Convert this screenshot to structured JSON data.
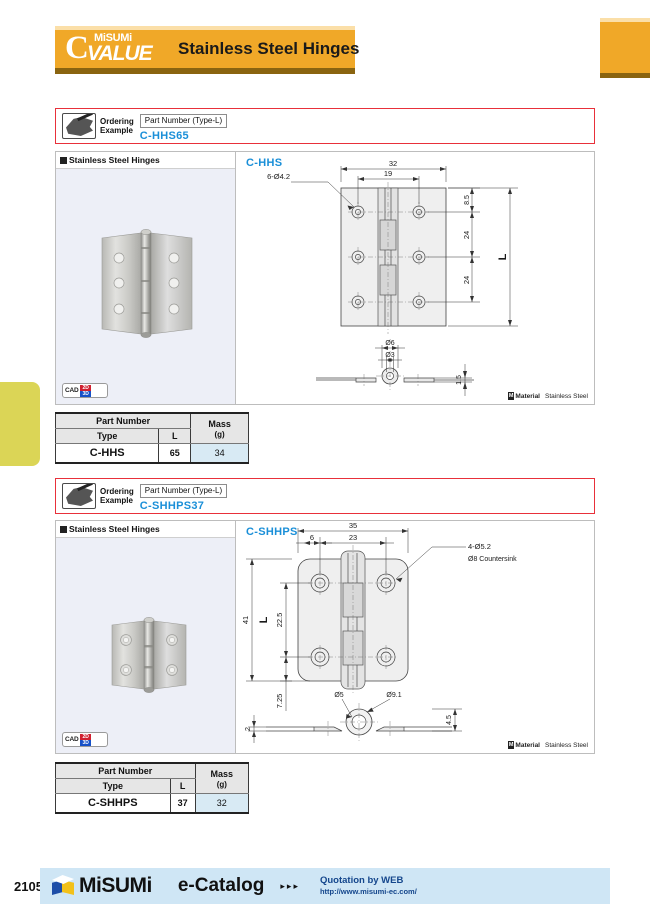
{
  "header": {
    "brand_c": "C",
    "brand_misumi": "MiSUMi",
    "brand_value": "VALUE",
    "title": "Stainless Steel Hinges"
  },
  "sections": [
    {
      "ordering": {
        "label_line1": "Ordering",
        "label_line2": "Example",
        "part_number_caption": "Part Number (Type-L)",
        "part_number_value": "C-HHS65",
        "icon": "ordering-hand-icon"
      },
      "panel": {
        "section_label": "Stainless Steel Hinges",
        "model_name": "C-HHS",
        "cad_label": "CAD",
        "cad_2d": "2D",
        "cad_3d": "3D",
        "material_badge": "M",
        "material_label": "Material",
        "material_value": "Stainless Steel",
        "photo_alt": "stainless-steel-hinge-photo"
      },
      "drawing": {
        "front": {
          "width_overall": "32",
          "hole_span": "19",
          "hole_note": "6-Ø4.2",
          "edge_offset": "8.5",
          "pitch_1": "24",
          "pitch_2": "24",
          "length_label": "L"
        },
        "side": {
          "knuckle_od": "Ø6",
          "pin_dia": "Ø3",
          "thickness": "1.5"
        }
      },
      "table": {
        "header_part_number": "Part Number",
        "header_mass": "Mass",
        "header_mass_unit": "(g)",
        "header_type": "Type",
        "header_l": "L",
        "rows": [
          {
            "type": "C-HHS",
            "l": "65",
            "mass": "34"
          }
        ]
      }
    },
    {
      "ordering": {
        "label_line1": "Ordering",
        "label_line2": "Example",
        "part_number_caption": "Part Number (Type-L)",
        "part_number_value": "C-SHHPS37",
        "icon": "ordering-hand-icon"
      },
      "panel": {
        "section_label": "Stainless Steel Hinges",
        "model_name": "C-SHHPS",
        "cad_label": "CAD",
        "cad_2d": "2D",
        "cad_3d": "3D",
        "material_badge": "M",
        "material_label": "Material",
        "material_value": "Stainless Steel",
        "photo_alt": "stainless-steel-hinge-photo"
      },
      "drawing": {
        "front": {
          "width_overall": "35",
          "edge_offset": "6",
          "hole_span": "23",
          "hole_note": "4-Ø5.2",
          "countersink_note": "Ø8 Countersink",
          "height_overall": "41",
          "length_label": "L",
          "hole_pitch": "22.5",
          "bottom_offset": "7.25"
        },
        "side": {
          "pin_dia": "Ø5",
          "knuckle_od": "Ø9.1",
          "thickness": "2",
          "height": "4.5"
        }
      },
      "table": {
        "header_part_number": "Part Number",
        "header_mass": "Mass",
        "header_mass_unit": "(g)",
        "header_type": "Type",
        "header_l": "L",
        "rows": [
          {
            "type": "C-SHHPS",
            "l": "37",
            "mass": "32"
          }
        ]
      }
    }
  ],
  "footer": {
    "page_number": "2105",
    "brand": "MiSUMi",
    "catalog": "e-Catalog",
    "arrows": "▸▸▸",
    "quotation_title": "Quotation by WEB",
    "quotation_url": "http://www.misumi-ec.com/"
  },
  "colors": {
    "accent_orange": "#f0a828",
    "accent_blue": "#1a8fd8",
    "order_border_red": "#e8303a",
    "footer_blue": "#cfe6f5",
    "tab_yellow": "#dbd556"
  }
}
